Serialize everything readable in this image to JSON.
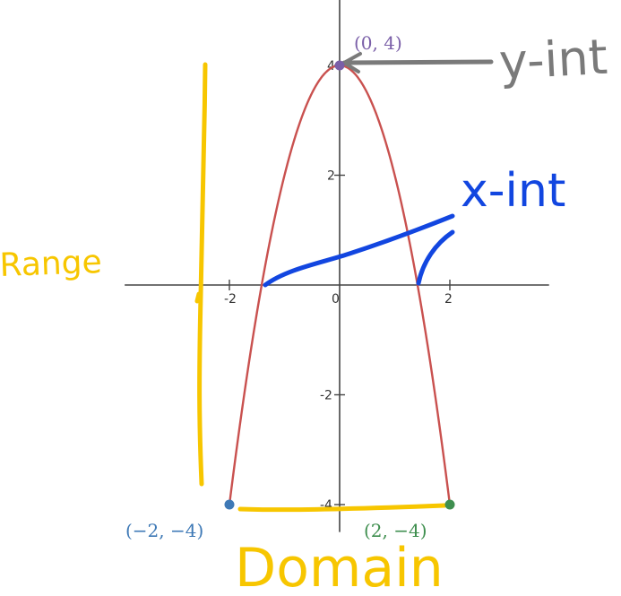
{
  "chart_data": {
    "type": "line",
    "title": "",
    "xlabel": "",
    "ylabel": "",
    "xlim": [
      -3.9,
      3.8
    ],
    "ylim": [
      -4.5,
      5.3
    ],
    "grid": false,
    "x_ticks": [
      -2,
      0,
      2
    ],
    "y_ticks": [
      -4,
      -2,
      2,
      4
    ],
    "tick_labels": {
      "x": [
        "-2",
        "0",
        "2"
      ],
      "y": [
        "-4",
        "-2",
        "2",
        "4"
      ]
    },
    "series": [
      {
        "function": "y = 4 - 2x^2",
        "domain": [
          -2,
          2
        ],
        "color": "#c9514f"
      }
    ],
    "points": [
      {
        "x": 0,
        "y": 4,
        "label": "(0, 4)",
        "color": "#7a5fa8"
      },
      {
        "x": -2,
        "y": -4,
        "label": "(−2, −4)",
        "color": "#3e79b6"
      },
      {
        "x": 2,
        "y": -4,
        "label": "(2, −4)",
        "color": "#3f8f4f"
      }
    ],
    "annotations": {
      "y_int": {
        "text": "y-int",
        "color": "#7a7a7a"
      },
      "x_int": {
        "text": "x-int",
        "color": "#1246e0"
      },
      "range": {
        "text": "Range",
        "color": "#f7c600"
      },
      "domain": {
        "text": "Domain",
        "color": "#f7c600"
      }
    }
  }
}
